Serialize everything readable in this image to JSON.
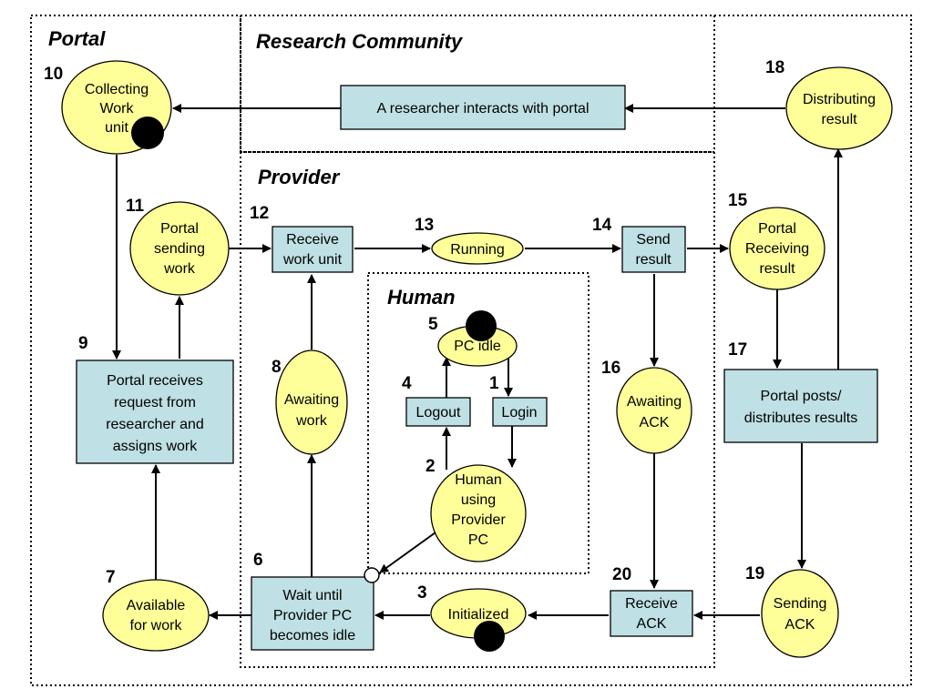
{
  "regions": {
    "portal": "Portal",
    "research": "Research Community",
    "provider": "Provider",
    "human": "Human"
  },
  "states": {
    "s1": {
      "num": "1",
      "lines": [
        "Login"
      ]
    },
    "s2": {
      "num": "2",
      "lines": [
        "Human",
        "using",
        "Provider",
        "PC"
      ]
    },
    "s3": {
      "num": "3",
      "lines": [
        "Initialized"
      ]
    },
    "s4": {
      "num": "4",
      "lines": [
        "Logout"
      ]
    },
    "s5": {
      "num": "5",
      "lines": [
        "PC idle"
      ]
    },
    "s6": {
      "num": "6",
      "lines": [
        "Wait until",
        "Provider PC",
        "becomes idle"
      ]
    },
    "s7": {
      "num": "7",
      "lines": [
        "Available",
        "for work"
      ]
    },
    "s8": {
      "num": "8",
      "lines": [
        "Awaiting",
        "work"
      ]
    },
    "s9": {
      "num": "9",
      "lines": [
        "Portal receives",
        "request from",
        "researcher and",
        "assigns work"
      ]
    },
    "s10": {
      "num": "10",
      "lines": [
        "Collecting",
        "Work",
        "unit"
      ]
    },
    "s11": {
      "num": "11",
      "lines": [
        "Portal",
        "sending",
        "work"
      ]
    },
    "s12": {
      "num": "12",
      "lines": [
        "Receive",
        "work unit"
      ]
    },
    "s13": {
      "num": "13",
      "lines": [
        "Running"
      ]
    },
    "s14": {
      "num": "14",
      "lines": [
        "Send",
        "result"
      ]
    },
    "s15": {
      "num": "15",
      "lines": [
        "Portal",
        "Receiving",
        "result"
      ]
    },
    "s16": {
      "num": "16",
      "lines": [
        "Awaiting",
        "ACK"
      ]
    },
    "s17": {
      "num": "17",
      "lines": [
        "Portal posts/",
        "distributes results"
      ]
    },
    "s18": {
      "num": "18",
      "lines": [
        "Distributing",
        "result"
      ]
    },
    "s19": {
      "num": "19",
      "lines": [
        "Sending",
        "ACK"
      ]
    },
    "s20": {
      "num": "20",
      "lines": [
        "Receive",
        "ACK"
      ]
    },
    "research_action": {
      "lines": [
        "A researcher interacts with portal"
      ]
    }
  },
  "colors": {
    "state_fill": "#ffff99",
    "action_fill": "#bfe0e4",
    "stroke": "#000000"
  }
}
